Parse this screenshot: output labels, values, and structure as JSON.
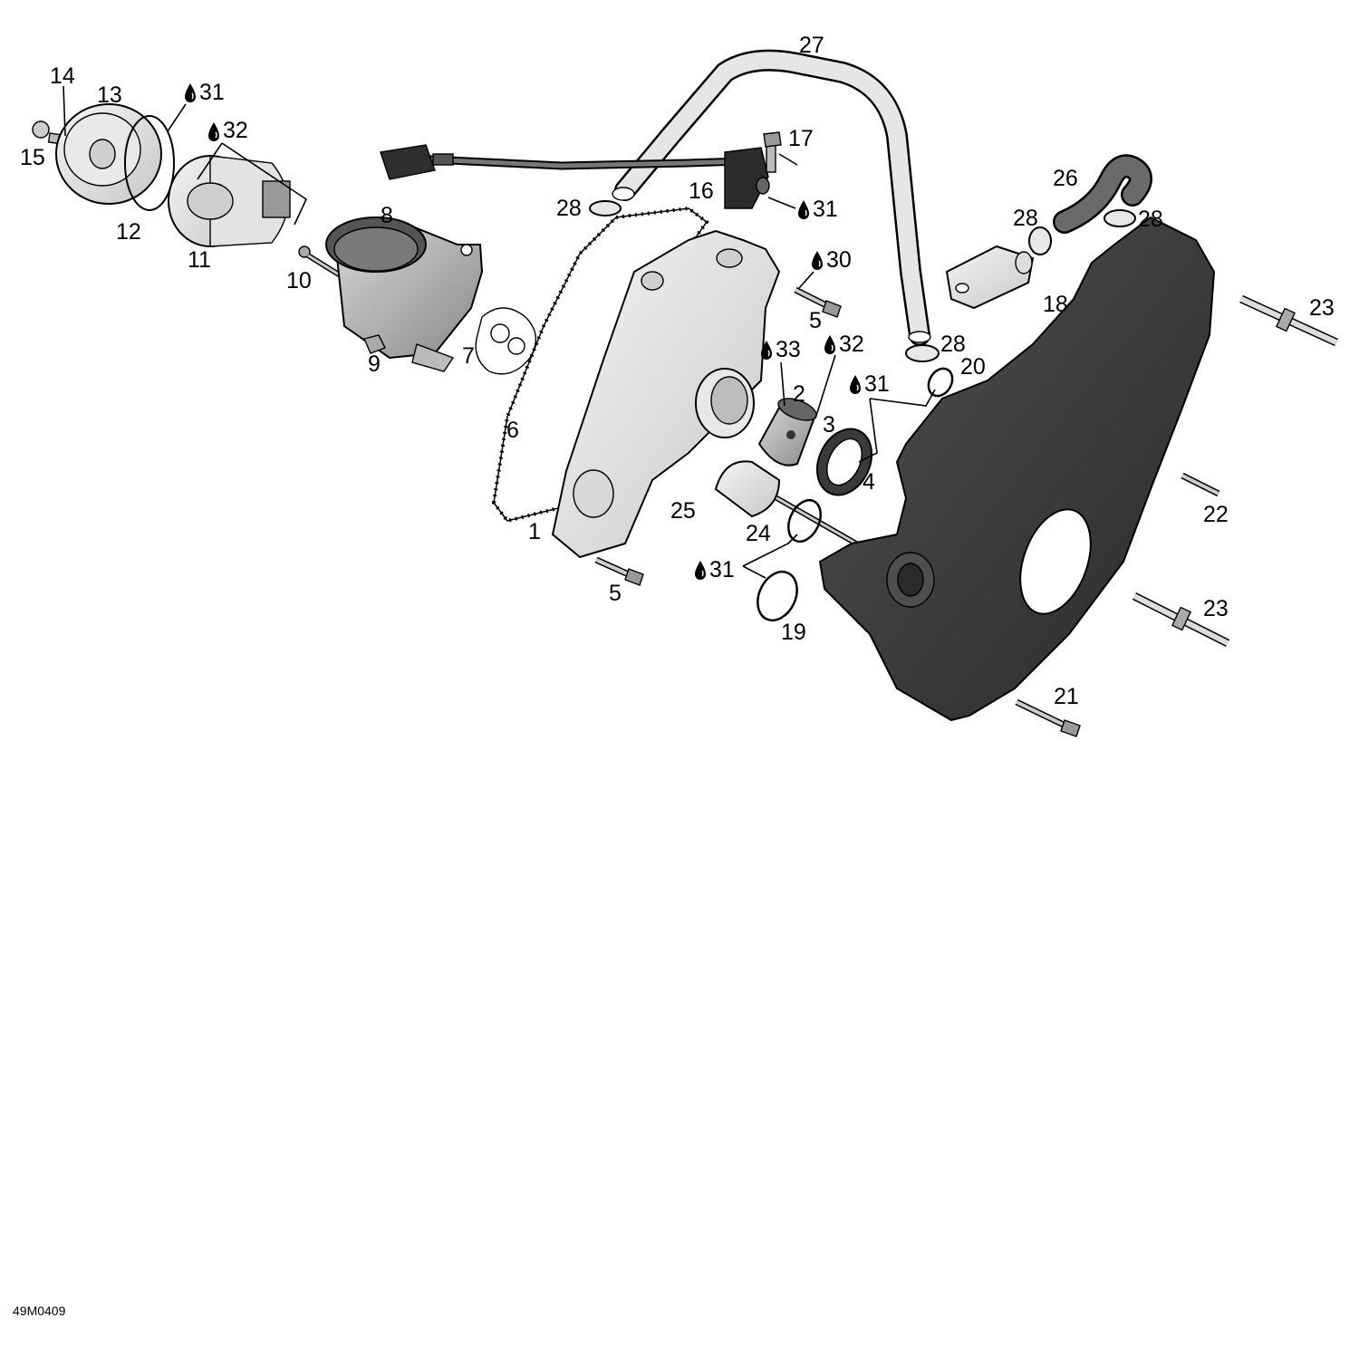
{
  "figure_id": "49M0409",
  "callouts": [
    {
      "id": "c1",
      "label": "1"
    },
    {
      "id": "c2",
      "label": "2"
    },
    {
      "id": "c3",
      "label": "3"
    },
    {
      "id": "c4",
      "label": "4"
    },
    {
      "id": "c5a",
      "label": "5"
    },
    {
      "id": "c5b",
      "label": "5"
    },
    {
      "id": "c6",
      "label": "6"
    },
    {
      "id": "c7",
      "label": "7"
    },
    {
      "id": "c8",
      "label": "8"
    },
    {
      "id": "c9",
      "label": "9"
    },
    {
      "id": "c10",
      "label": "10"
    },
    {
      "id": "c11",
      "label": "11"
    },
    {
      "id": "c12",
      "label": "12"
    },
    {
      "id": "c13",
      "label": "13"
    },
    {
      "id": "c14",
      "label": "14"
    },
    {
      "id": "c15",
      "label": "15"
    },
    {
      "id": "c16",
      "label": "16"
    },
    {
      "id": "c17",
      "label": "17"
    },
    {
      "id": "c18",
      "label": "18"
    },
    {
      "id": "c19",
      "label": "19"
    },
    {
      "id": "c20",
      "label": "20"
    },
    {
      "id": "c21",
      "label": "21"
    },
    {
      "id": "c22",
      "label": "22"
    },
    {
      "id": "c23a",
      "label": "23"
    },
    {
      "id": "c23b",
      "label": "23"
    },
    {
      "id": "c24",
      "label": "24"
    },
    {
      "id": "c25",
      "label": "25"
    },
    {
      "id": "c26",
      "label": "26"
    },
    {
      "id": "c27",
      "label": "27"
    },
    {
      "id": "c28a",
      "label": "28"
    },
    {
      "id": "c28b",
      "label": "28"
    },
    {
      "id": "c28c",
      "label": "28"
    },
    {
      "id": "c28d",
      "label": "28"
    }
  ],
  "lubricant_callouts": [
    {
      "id": "l31a",
      "label": "31",
      "icon": "oil-drop-icon"
    },
    {
      "id": "l32a",
      "label": "32",
      "icon": "oil-drop-icon"
    },
    {
      "id": "l31b",
      "label": "31",
      "icon": "oil-drop-icon"
    },
    {
      "id": "l30",
      "label": "30",
      "icon": "oil-drop-icon"
    },
    {
      "id": "l33",
      "label": "33",
      "icon": "oil-drop-icon"
    },
    {
      "id": "l32b",
      "label": "32",
      "icon": "oil-drop-icon"
    },
    {
      "id": "l31c",
      "label": "31",
      "icon": "oil-drop-icon"
    },
    {
      "id": "l31d",
      "label": "31",
      "icon": "oil-drop-icon"
    }
  ]
}
